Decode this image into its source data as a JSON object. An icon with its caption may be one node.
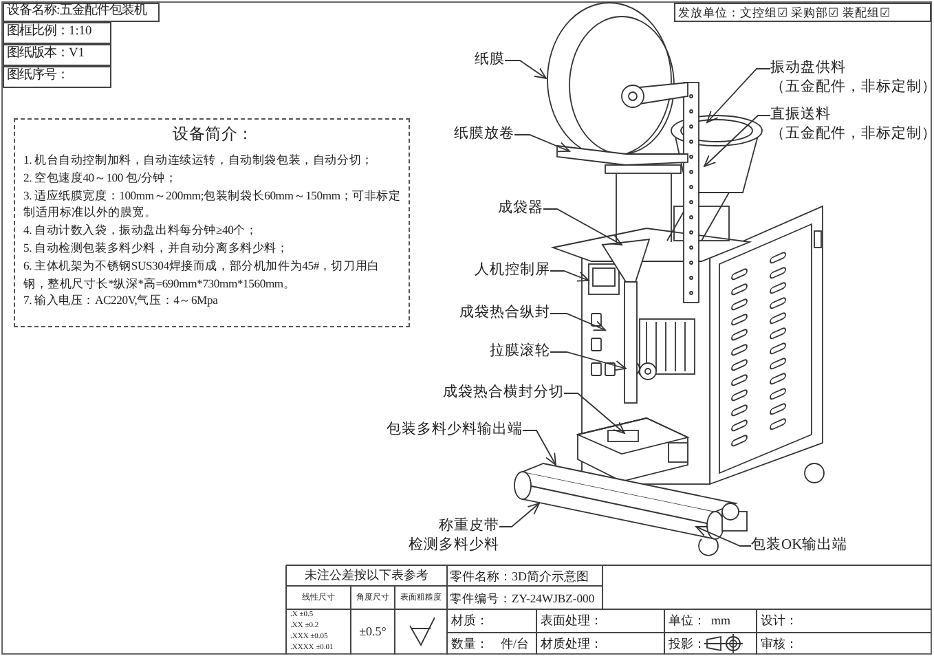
{
  "diagram": {
    "nodes": [
      {
        "text": [
          "设备简介：",
          "1. 机台自动控制加料，自动连续运转，自动制袋包装，自动分切；",
          "2. 空包速度40～100 包/分钟；",
          "3. 适应纸膜宽度：100mm～200mm;包装制袋长60mm～150mm；可非标定制适用标准以外的膜宽。",
          "4. 自动计数入袋，振动盘出料每分钟≥40个；",
          "5. 自动检测包装多料少料，并自动分离多料少料；",
          "6. 主体机架为不锈钢SUS304焊接而成，部分机加件为45#，切刀用白钢，整机尺寸长*纵深*高=690mm*730mm*1560mm。",
          "7. 输入电压：AC220V,气压：4～6Mpa"
        ]
      },
      {
        "text": [
          "纸膜"
        ]
      },
      {
        "text": [
          "振动盘供料",
          "（五金配件，非标定制）"
        ]
      },
      {
        "text": [
          "直振送料",
          "（五金配件，非标定制）"
        ]
      },
      {
        "text": [
          "纸膜放卷"
        ]
      },
      {
        "text": [
          "成袋器"
        ]
      },
      {
        "text": [
          "人机控制屏"
        ]
      },
      {
        "text": [
          "成袋热合纵封"
        ]
      },
      {
        "text": [
          "拉膜滚轮"
        ]
      },
      {
        "text": [
          "成袋热合横封分切"
        ]
      },
      {
        "text": [
          "包装多料少料输出端"
        ]
      },
      {
        "text": [
          "称重皮带",
          "检测多料少料"
        ]
      },
      {
        "text": [
          "包装OK输出端"
        ]
      }
    ],
    "edges": [
      {
        "from": 1,
        "to": null,
        "arrow": "to"
      },
      {
        "from": 2,
        "to": null,
        "arrow": "to"
      },
      {
        "from": 3,
        "to": null,
        "arrow": "to"
      },
      {
        "from": 4,
        "to": null,
        "arrow": "to"
      },
      {
        "from": 5,
        "to": null,
        "arrow": "to"
      },
      {
        "from": 6,
        "to": null,
        "arrow": "to"
      },
      {
        "from": 7,
        "to": null,
        "arrow": "to"
      },
      {
        "from": 8,
        "to": null,
        "arrow": "to"
      },
      {
        "from": 9,
        "to": null,
        "arrow": "to"
      },
      {
        "from": 10,
        "to": null,
        "arrow": "to"
      },
      {
        "from": 11,
        "to": null,
        "arrow": "to"
      },
      {
        "from": 12,
        "to": null,
        "arrow": "to"
      }
    ],
    "labels": [
      "设备名称:五金配件包装机",
      "发放单位：文控组☑ 采购部☑ 装配组☑",
      "图框比例：1:10",
      "图纸版本：V1",
      "图纸序号：",
      "未注公差按以下表参考",
      "零件名称：3D简介示意图",
      "线性尺寸",
      "角度尺寸",
      "表面粗糙度",
      "零件编号：ZY-24WJBZ-000",
      ".X ±0.5",
      ".XX ±0.2",
      ".XXX ±0.05",
      ".XXXX ±0.01",
      "±0.5°",
      "材质：",
      "表面处理：",
      "单位：",
      "mm",
      "设计：",
      "数量：",
      "件/台",
      "材质处理：",
      "投影：",
      "审核："
    ]
  }
}
